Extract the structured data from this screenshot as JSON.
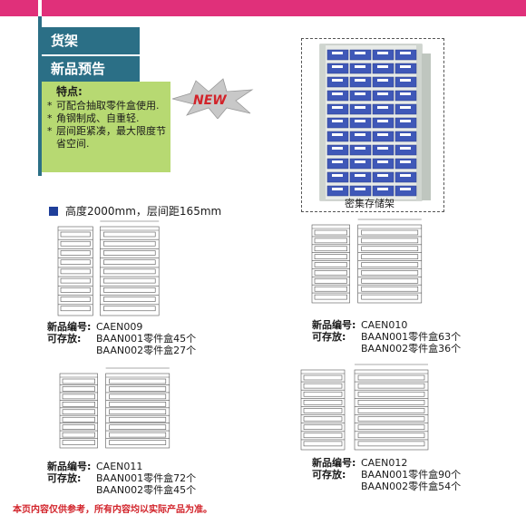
{
  "header": {
    "category": "货架",
    "section": "新品预告"
  },
  "features": {
    "title": "特点:",
    "items": [
      "可配合抽取零件盒使用.",
      "角钢制成、自重轻.",
      "层间距紧凑，最大限度节省空间."
    ]
  },
  "badge": {
    "text": "NEW"
  },
  "photo": {
    "caption": "密集存储架"
  },
  "spec": {
    "text": "高度2000mm，层间距165mm"
  },
  "products": [
    {
      "code_label": "新品编号:",
      "code": "CAEN009",
      "store_label": "可存放:",
      "line1": "BAAN001零件盒45个",
      "line2": "BAAN002零件盒27个"
    },
    {
      "code_label": "新品编号:",
      "code": "CAEN010",
      "store_label": "可存放:",
      "line1": "BAAN001零件盒63个",
      "line2": "BAAN002零件盒36个"
    },
    {
      "code_label": "新品编号:",
      "code": "CAEN011",
      "store_label": "可存放:",
      "line1": "BAAN001零件盒72个",
      "line2": "BAAN002零件盒45个"
    },
    {
      "code_label": "新品编号:",
      "code": "CAEN012",
      "store_label": "可存放:",
      "line1": "BAAN001零件盒90个",
      "line2": "BAAN002零件盒54个"
    }
  ],
  "disclaimer": "本页内容仅供参考，所有内容均以实际产品为准。",
  "colors": {
    "accent_pink": "#e0307a",
    "header_teal": "#2b6f86",
    "feature_green": "#b7d972",
    "bullet_blue": "#1f3f9a",
    "disclaimer_red": "#d2232a"
  }
}
